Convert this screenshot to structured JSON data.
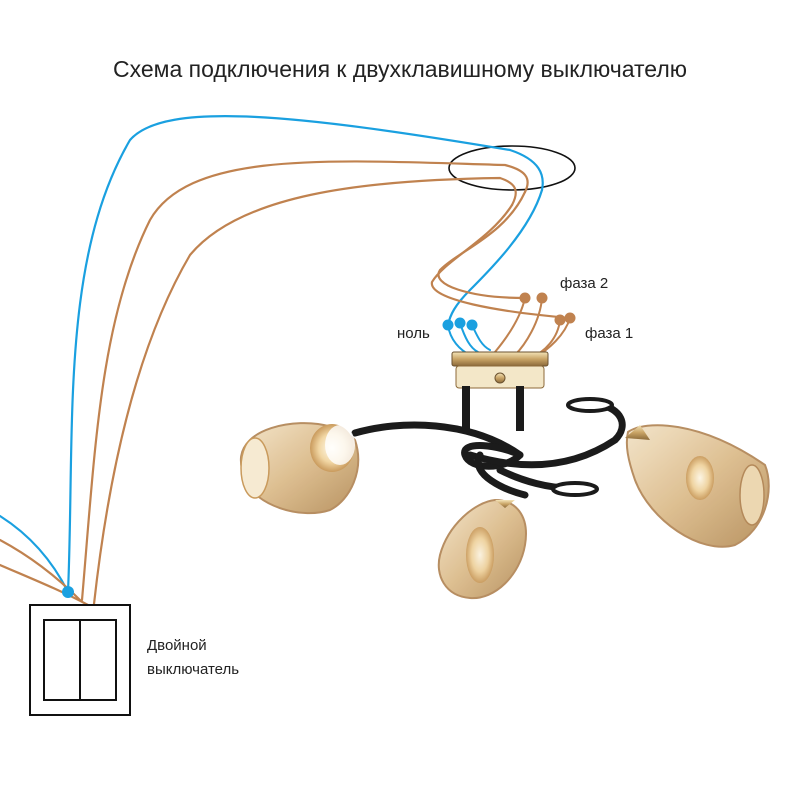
{
  "title": "Схема подключения к двухклавишному выключателю",
  "labels": {
    "phase2": "фаза 2",
    "phase1": "фаза 1",
    "neutral": "ноль",
    "switch_line1": "Двойной",
    "switch_line2": "выключатель"
  },
  "colors": {
    "neutral_wire": "#1aa0e0",
    "phase_wire": "#c0824f",
    "frame": "#111111",
    "glass": "#d9b98a",
    "metal_dark": "#1b1b1b",
    "brass": "#c9a466"
  }
}
